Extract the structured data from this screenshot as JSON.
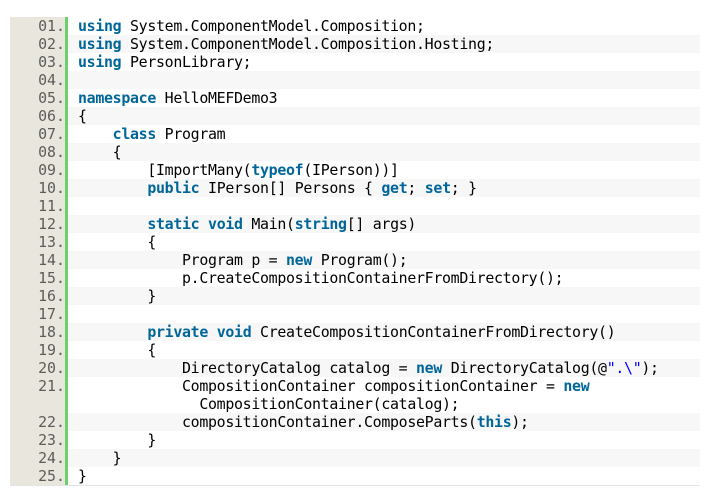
{
  "colors": {
    "keyword": "#006699",
    "string": "#0000ff",
    "gutter": "#e9e7dd",
    "bar": "#6cd06c"
  },
  "lines": [
    {
      "num": "01.",
      "tokens": [
        {
          "k": "kw",
          "v": "using"
        },
        {
          "v": " System.ComponentModel.Composition;"
        }
      ]
    },
    {
      "num": "02.",
      "tokens": [
        {
          "k": "kw",
          "v": "using"
        },
        {
          "v": " System.ComponentModel.Composition.Hosting;"
        }
      ]
    },
    {
      "num": "03.",
      "tokens": [
        {
          "k": "kw",
          "v": "using"
        },
        {
          "v": " PersonLibrary;"
        }
      ]
    },
    {
      "num": "04.",
      "tokens": []
    },
    {
      "num": "05.",
      "tokens": [
        {
          "k": "kw",
          "v": "namespace"
        },
        {
          "v": " HelloMEFDemo3"
        }
      ]
    },
    {
      "num": "06.",
      "tokens": [
        {
          "v": "{"
        }
      ]
    },
    {
      "num": "07.",
      "tokens": [
        {
          "v": "    "
        },
        {
          "k": "kw",
          "v": "class"
        },
        {
          "v": " Program"
        }
      ]
    },
    {
      "num": "08.",
      "tokens": [
        {
          "v": "    {"
        }
      ]
    },
    {
      "num": "09.",
      "tokens": [
        {
          "v": "        [ImportMany("
        },
        {
          "k": "kw",
          "v": "typeof"
        },
        {
          "v": "(IPerson))]"
        }
      ]
    },
    {
      "num": "10.",
      "tokens": [
        {
          "v": "        "
        },
        {
          "k": "kw",
          "v": "public"
        },
        {
          "v": " IPerson[] Persons { "
        },
        {
          "k": "kw",
          "v": "get"
        },
        {
          "v": "; "
        },
        {
          "k": "kw",
          "v": "set"
        },
        {
          "v": "; }"
        }
      ]
    },
    {
      "num": "11.",
      "tokens": []
    },
    {
      "num": "12.",
      "tokens": [
        {
          "v": "        "
        },
        {
          "k": "kw",
          "v": "static"
        },
        {
          "v": " "
        },
        {
          "k": "kw",
          "v": "void"
        },
        {
          "v": " Main("
        },
        {
          "k": "kw",
          "v": "string"
        },
        {
          "v": "[] args)"
        }
      ]
    },
    {
      "num": "13.",
      "tokens": [
        {
          "v": "        {"
        }
      ]
    },
    {
      "num": "14.",
      "tokens": [
        {
          "v": "            Program p = "
        },
        {
          "k": "kw",
          "v": "new"
        },
        {
          "v": " Program();"
        }
      ]
    },
    {
      "num": "15.",
      "tokens": [
        {
          "v": "            p.CreateCompositionContainerFromDirectory();"
        }
      ]
    },
    {
      "num": "16.",
      "tokens": [
        {
          "v": "        }"
        }
      ]
    },
    {
      "num": "17.",
      "tokens": []
    },
    {
      "num": "18.",
      "tokens": [
        {
          "v": "        "
        },
        {
          "k": "kw",
          "v": "private"
        },
        {
          "v": " "
        },
        {
          "k": "kw",
          "v": "void"
        },
        {
          "v": " CreateCompositionContainerFromDirectory()"
        }
      ]
    },
    {
      "num": "19.",
      "tokens": [
        {
          "v": "        {"
        }
      ]
    },
    {
      "num": "20.",
      "tokens": [
        {
          "v": "            DirectoryCatalog catalog = "
        },
        {
          "k": "kw",
          "v": "new"
        },
        {
          "v": " DirectoryCatalog(@"
        },
        {
          "k": "str",
          "v": "\".\\\""
        },
        {
          "v": ");"
        }
      ]
    },
    {
      "num": "21.",
      "tokens": [
        {
          "v": "            CompositionContainer compositionContainer = "
        },
        {
          "k": "kw",
          "v": "new"
        },
        {
          "v": "\n              CompositionContainer(catalog);"
        }
      ]
    },
    {
      "num": "22.",
      "tokens": [
        {
          "v": "            compositionContainer.ComposeParts("
        },
        {
          "k": "kw",
          "v": "this"
        },
        {
          "v": ");"
        }
      ]
    },
    {
      "num": "23.",
      "tokens": [
        {
          "v": "        }"
        }
      ]
    },
    {
      "num": "24.",
      "tokens": [
        {
          "v": "    }"
        }
      ]
    },
    {
      "num": "25.",
      "tokens": [
        {
          "v": "}"
        }
      ]
    }
  ]
}
